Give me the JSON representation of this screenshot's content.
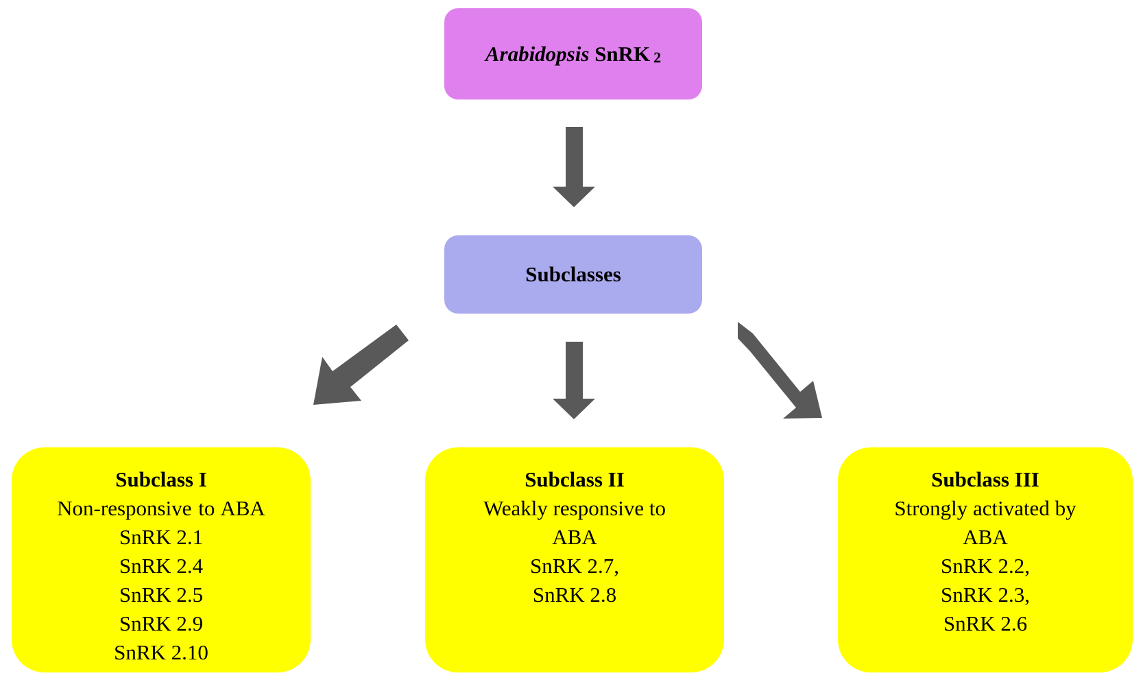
{
  "root": {
    "italic": "Arabidopsis",
    "main": "SnRK",
    "sub": "2"
  },
  "middle": {
    "label": "Subclasses"
  },
  "subclasses": [
    {
      "title": "Subclass I",
      "description": "Non-responsive to ABA",
      "members": "SnRK 2.1\nSnRK 2.4\nSnRK 2.5\nSnRK 2.9\nSnRK 2.10"
    },
    {
      "title": "Subclass II",
      "description": "Weakly responsive to\nABA",
      "members": "SnRK 2.7,\nSnRK 2.8"
    },
    {
      "title": "Subclass III",
      "description": "Strongly activated by\nABA",
      "members": "SnRK 2.2,\nSnRK 2.3,\nSnRK 2.6"
    }
  ],
  "colors": {
    "root_fill": "#e080ee",
    "middle_fill": "#aaaaee",
    "leaf_fill": "#ffff00",
    "arrow_fill": "#595959"
  }
}
